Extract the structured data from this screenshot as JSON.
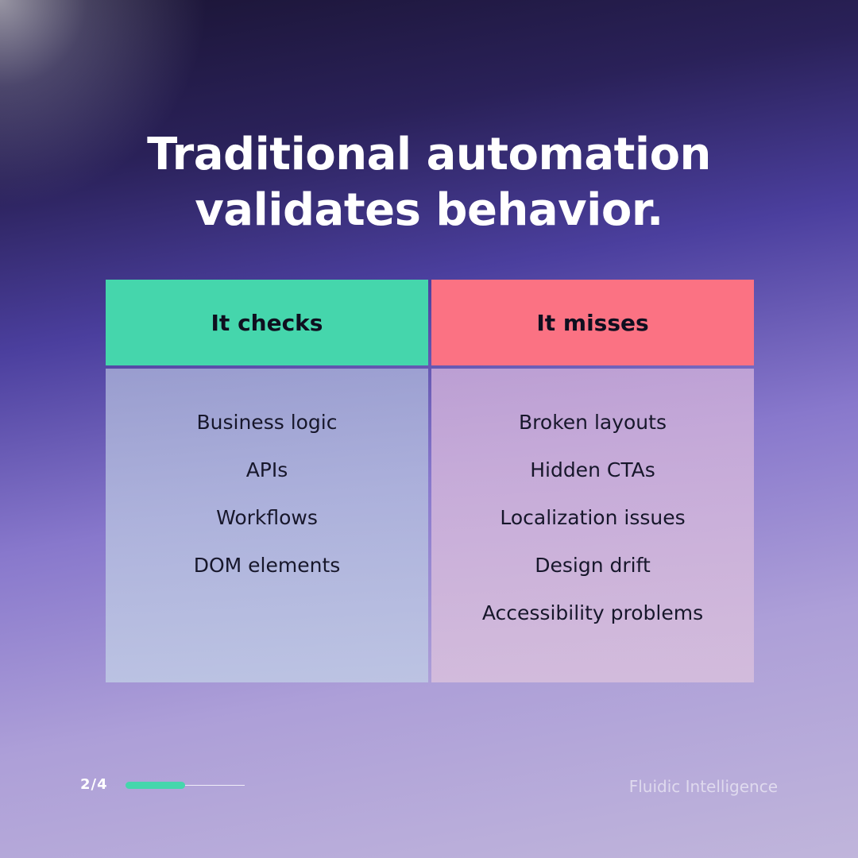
{
  "title": {
    "line1": "Traditional automation",
    "line2": "validates behavior."
  },
  "columns": {
    "checks": {
      "header": "It checks",
      "items": [
        "Business logic",
        "APIs",
        "Workflows",
        "DOM elements"
      ]
    },
    "misses": {
      "header": "It misses",
      "items": [
        "Broken layouts",
        "Hidden CTAs",
        "Localization issues",
        "Design drift",
        "Accessibility problems"
      ]
    }
  },
  "footer": {
    "page_indicator": "2/4",
    "progress_fraction": 0.5,
    "brand": "Fluidic Intelligence"
  },
  "colors": {
    "checks_accent": "#45d6ac",
    "misses_accent": "#fb7283",
    "progress_accent": "#45d6ac"
  }
}
